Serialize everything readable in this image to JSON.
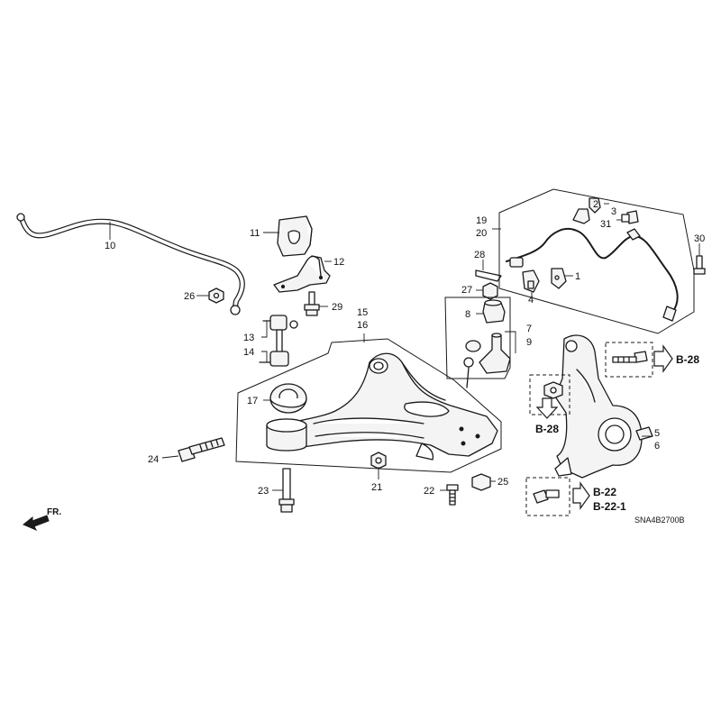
{
  "callouts": {
    "c1": "1",
    "c2": "2",
    "c3": "3",
    "c4": "4",
    "c5": "5",
    "c6": "6",
    "c7": "7",
    "c8": "8",
    "c9": "9",
    "c10": "10",
    "c11": "11",
    "c12": "12",
    "c13": "13",
    "c14": "14",
    "c15": "15",
    "c16": "16",
    "c17": "17",
    "c19": "19",
    "c20": "20",
    "c21": "21",
    "c22": "22",
    "c23": "23",
    "c24": "24",
    "c25": "25",
    "c26": "26",
    "c27": "27",
    "c28": "28",
    "c29": "29",
    "c30": "30",
    "c31": "31"
  },
  "references": {
    "b28_upper": "B-28",
    "b28_lower": "B-28",
    "b22": "B-22",
    "b22_1": "B-22-1"
  },
  "front_marker": "FR.",
  "diagram_code": "SNA4B2700B"
}
